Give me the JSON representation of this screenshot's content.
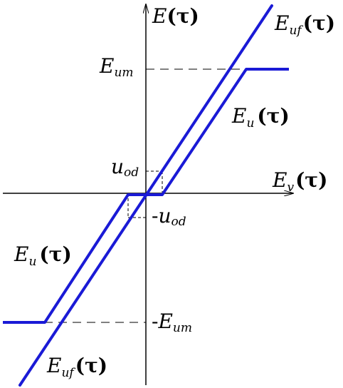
{
  "diagram": {
    "colors": {
      "curve": "#1a1ad6",
      "axis": "#000000",
      "dash": "#000000"
    },
    "labels": {
      "y_axis": {
        "base": "E",
        "sub": "",
        "arg": "(τ)"
      },
      "x_axis": {
        "base": "E",
        "sub": "v",
        "arg": "(τ)"
      },
      "e_uf_top": {
        "base": "E",
        "sub": "uf",
        "arg": "(τ)"
      },
      "e_u_right": {
        "base": "E",
        "sub": "u",
        "arg": "(τ)"
      },
      "e_u_left": {
        "base": "E",
        "sub": "u",
        "arg": "(τ)"
      },
      "e_uf_bottom": {
        "base": "E",
        "sub": "uf",
        "arg": "(τ)"
      },
      "e_um": {
        "base": "E",
        "sub": "um"
      },
      "neg_e_um": {
        "prefix": "-",
        "base": "E",
        "sub": "um"
      },
      "u_od": {
        "base": "u",
        "sub": "od"
      },
      "neg_u_od": {
        "prefix": "-",
        "base": "u",
        "sub": "od"
      }
    }
  }
}
